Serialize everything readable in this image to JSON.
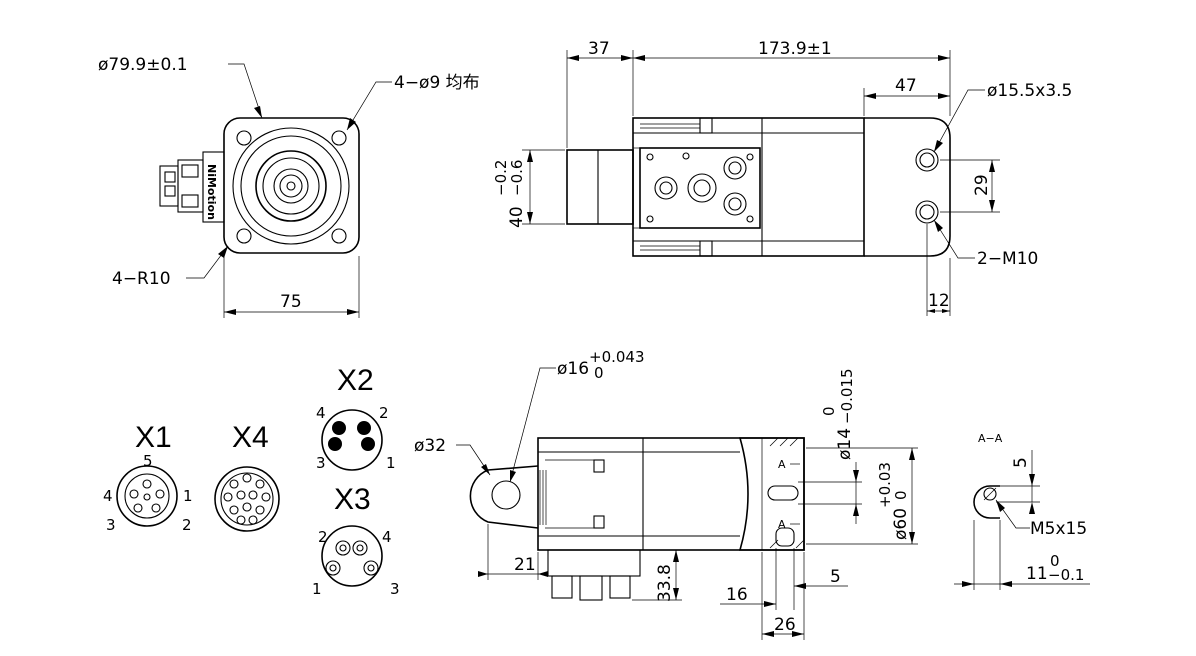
{
  "front_view": {
    "bore_dim": "ø79.9±0.1",
    "holes_dim": "4−ø9 均布",
    "radius_dim": "4−R10",
    "width_dim": "75",
    "logo_text": "NiMotion"
  },
  "side_view": {
    "length_left": "37",
    "length_total": "173.9±1",
    "length_47": "47",
    "counterbore_dim": "ø15.5x3.5",
    "height_dim": "40",
    "height_tol": "−0.2\n−0.6",
    "spacing_29": "29",
    "thread_dim": "2−M10",
    "offset_12": "12"
  },
  "bottom_view": {
    "shaft_dim": "ø16",
    "shaft_tol_upper": "+0.043",
    "shaft_tol_lower": "0",
    "eye_dim": "ø32",
    "dim_21": "21",
    "dim_33_8": "33.8",
    "shaft14": "ø14",
    "shaft14_tol_upper": "0",
    "shaft14_tol_lower": "−0.015",
    "dia60": "ø60",
    "dia60_tol_upper": "+0.03",
    "dia60_tol_lower": "0",
    "dim_16": "16",
    "dim_5": "5",
    "dim_26": "26",
    "section_marker": "A"
  },
  "section_view": {
    "title": "A−A",
    "dim_5": "5",
    "tap_dim": "M5x15",
    "dim_11": "11",
    "dim_11_tol_upper": "0",
    "dim_11_tol_lower": "−0.1"
  },
  "connectors": {
    "x1": {
      "label": "X1",
      "pins": [
        "5",
        "4",
        "1",
        "3",
        "2"
      ]
    },
    "x4": {
      "label": "X4"
    },
    "x2": {
      "label": "X2",
      "pins": [
        "4",
        "2",
        "3",
        "1"
      ]
    },
    "x3": {
      "label": "X3",
      "pins": [
        "2",
        "4",
        "1",
        "3"
      ]
    }
  }
}
